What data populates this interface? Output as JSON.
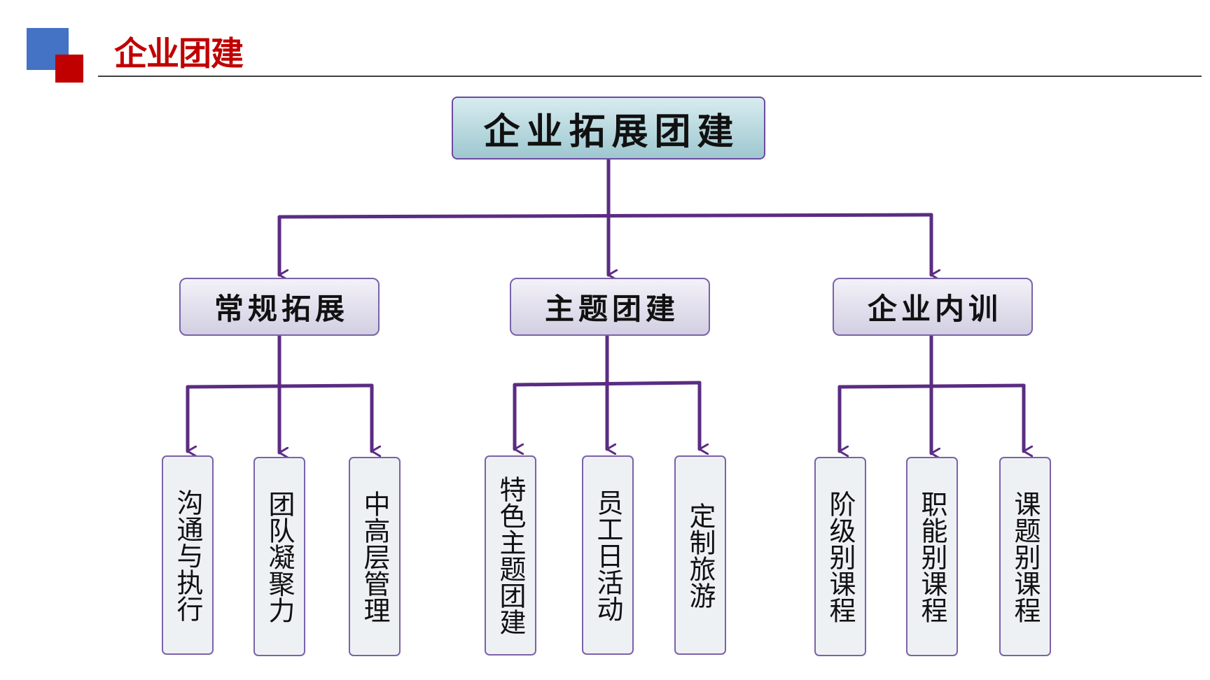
{
  "header": {
    "title": "企业团建"
  },
  "diagram": {
    "root": "企业拓展团建",
    "groups": [
      {
        "label": "常规拓展",
        "items": [
          "沟通与执行",
          "团队凝聚力",
          "中高层管理"
        ]
      },
      {
        "label": "主题团建",
        "items": [
          "特色主题团建",
          "员工日活动",
          "定制旅游"
        ]
      },
      {
        "label": "企业内训",
        "items": [
          "阶级别课程",
          "职能别课程",
          "课题别课程"
        ]
      }
    ]
  },
  "colors": {
    "accent_red": "#c00000",
    "accent_blue": "#4472c4",
    "connector": "#5b2c82"
  }
}
